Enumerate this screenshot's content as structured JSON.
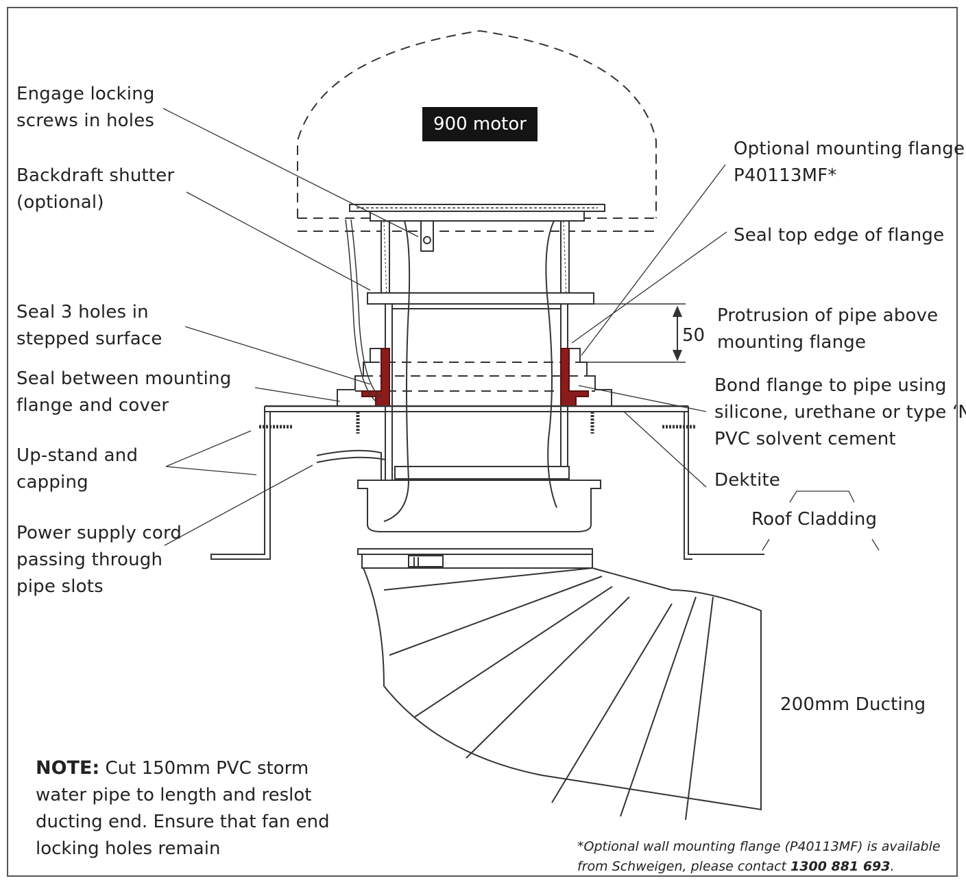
{
  "motor_label": "900 motor",
  "dimension_value": "50",
  "labels": {
    "engage_locking": [
      "Engage locking",
      "screws in holes"
    ],
    "backdraft": [
      "Backdraft shutter",
      "(optional)"
    ],
    "seal_3_holes": [
      "Seal 3 holes in",
      "stepped surface"
    ],
    "seal_between": [
      "Seal between mounting",
      "flange and cover"
    ],
    "upstand": [
      "Up-stand and",
      "capping"
    ],
    "power_cord": [
      "Power supply cord",
      "passing through",
      "pipe slots"
    ],
    "optional_flange": [
      "Optional mounting flange",
      "P40113MF*"
    ],
    "seal_top": [
      "Seal top edge of flange"
    ],
    "protrusion": [
      "Protrusion of pipe above",
      "mounting flange"
    ],
    "bond_flange": [
      "Bond flange to pipe using",
      "silicone, urethane or type ‘N’",
      "PVC solvent cement"
    ],
    "dektite": [
      "Dektite"
    ],
    "roof_cladding": [
      "Roof Cladding"
    ],
    "ducting": [
      "200mm Ducting"
    ]
  },
  "note": {
    "heading": "NOTE:",
    "line1": " Cut 150mm PVC storm",
    "line2": "water pipe to length and reslot",
    "line3": "ducting end. Ensure that fan end",
    "line4": "locking holes remain"
  },
  "footnote": {
    "line1": "*Optional wall mounting flange (P40113MF) is available",
    "line2_pre": "from Schweigen, please contact ",
    "phone": "1300 881 693",
    "line2_post": "."
  },
  "colors": {
    "line": "#333333",
    "sealant": "#8b1c1c",
    "motor_box": "#141414"
  }
}
